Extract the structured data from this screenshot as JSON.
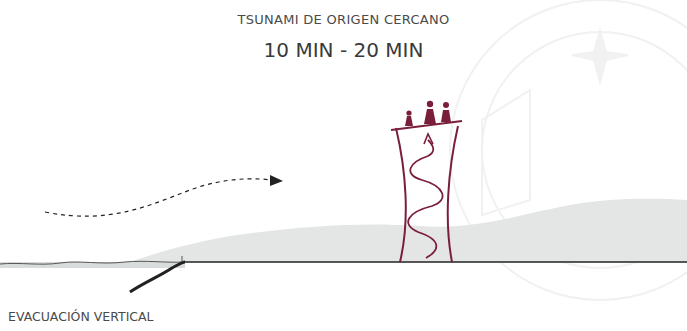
{
  "diagram": {
    "title": "TSUNAMI DE ORIGEN CERCANO",
    "labels": [
      "10 MIN - 20 MIN",
      "EVACUACIÓN VERTICAL"
    ]
  }
}
